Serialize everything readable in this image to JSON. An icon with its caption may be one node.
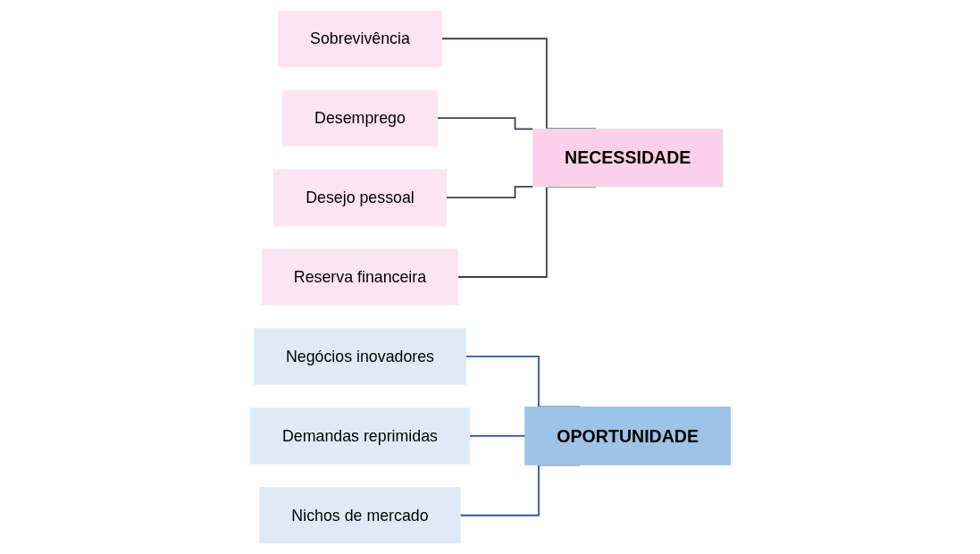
{
  "diagram": {
    "nodes": [
      {
        "text": [
          "NECESSIDADE"
        ]
      },
      {
        "text": [
          "Sobrevivência"
        ]
      },
      {
        "text": [
          "Desemprego"
        ]
      },
      {
        "text": [
          "Desejo pessoal"
        ]
      },
      {
        "text": [
          "Reserva financeira"
        ]
      },
      {
        "text": [
          "OPORTUNIDADE"
        ]
      },
      {
        "text": [
          "Negócios inovadores"
        ]
      },
      {
        "text": [
          "Demandas reprimidas"
        ]
      },
      {
        "text": [
          "Nichos de mercado"
        ]
      }
    ],
    "edges": [
      {
        "from": 0,
        "to": 1,
        "arrow": "none"
      },
      {
        "from": 0,
        "to": 2,
        "arrow": "none"
      },
      {
        "from": 0,
        "to": 3,
        "arrow": "none"
      },
      {
        "from": 0,
        "to": 4,
        "arrow": "none"
      },
      {
        "from": 5,
        "to": 6,
        "arrow": "none",
        "color": "#2f55a4"
      },
      {
        "from": 5,
        "to": 7,
        "arrow": "none",
        "color": "#2f55a4"
      },
      {
        "from": 5,
        "to": 8,
        "arrow": "none",
        "color": "#2f55a4"
      }
    ]
  }
}
